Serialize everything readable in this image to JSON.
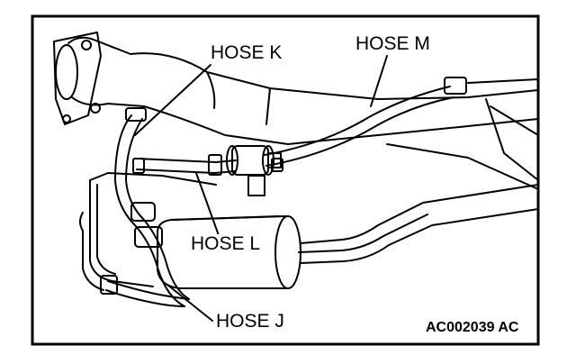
{
  "labels": {
    "hose_k": "HOSE K",
    "hose_m": "HOSE M",
    "hose_l": "HOSE L",
    "hose_j": "HOSE J"
  },
  "figure_code": "AC002039 AC",
  "colors": {
    "line": "#000000",
    "background": "#ffffff"
  }
}
